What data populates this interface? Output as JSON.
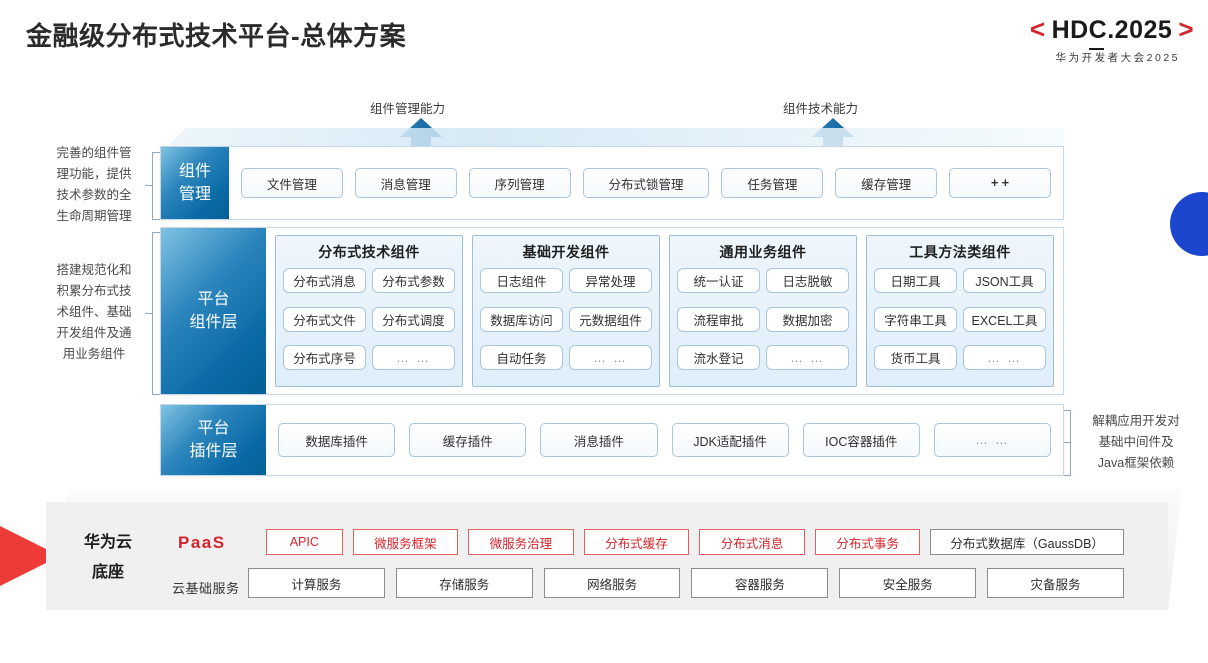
{
  "header": {
    "title": "金融级分布式技术平台-总体方案",
    "logo": {
      "bracket_left": "<",
      "bracket_right": ">",
      "main": "HDC.2025",
      "sub": "华为开发者大会2025",
      "accent_color": "#d4242c"
    }
  },
  "arrows": [
    {
      "caption": "组件管理能力"
    },
    {
      "caption": "组件技术能力"
    }
  ],
  "left_notes": [
    "完善的组件管\n理功能，提供\n技术参数的全\n生命周期管理",
    "搭建规范化和\n积累分布式技\n术组件、基础\n开发组件及通\n用业务组件"
  ],
  "right_notes": [
    "解耦应用开发对\n基础中间件及\nJava框架依赖"
  ],
  "layers": {
    "component_mgmt": {
      "label": "组件\n管理",
      "label_line1": "组件",
      "label_line2": "管理",
      "items": [
        "文件管理",
        "消息管理",
        "序列管理",
        "分布式锁管理",
        "任务管理",
        "缓存管理",
        "+ +"
      ]
    },
    "platform_component": {
      "label_line1": "平台",
      "label_line2": "组件层",
      "groups": [
        {
          "title": "分布式技术组件",
          "items": [
            "分布式消息",
            "分布式参数",
            "分布式文件",
            "分布式调度",
            "分布式序号",
            "… …"
          ]
        },
        {
          "title": "基础开发组件",
          "items": [
            "日志组件",
            "异常处理",
            "数据库访问",
            "元数据组件",
            "自动任务",
            "… …"
          ]
        },
        {
          "title": "通用业务组件",
          "items": [
            "统一认证",
            "日志脱敏",
            "流程审批",
            "数据加密",
            "流水登记",
            "… …"
          ]
        },
        {
          "title": "工具方法类组件",
          "items": [
            "日期工具",
            "JSON工具",
            "字符串工具",
            "EXCEL工具",
            "货币工具",
            "… …"
          ]
        }
      ]
    },
    "platform_plugin": {
      "label_line1": "平台",
      "label_line2": "插件层",
      "items": [
        "数据库插件",
        "缓存插件",
        "消息插件",
        "JDK适配插件",
        "IOC容器插件",
        "… …"
      ]
    }
  },
  "base": {
    "title_line1": "华为云",
    "title_line2": "底座",
    "paas_label": "PaaS",
    "cloud_label": "云基础服务",
    "paas_items": [
      {
        "text": "APIC",
        "style": "red"
      },
      {
        "text": "微服务框架",
        "style": "red"
      },
      {
        "text": "微服务治理",
        "style": "red"
      },
      {
        "text": "分布式缓存",
        "style": "red"
      },
      {
        "text": "分布式消息",
        "style": "red"
      },
      {
        "text": "分布式事务",
        "style": "red"
      },
      {
        "text": "分布式数据库（GaussDB）",
        "style": "gray"
      }
    ],
    "cloud_items": [
      "计算服务",
      "存储服务",
      "网络服务",
      "容器服务",
      "安全服务",
      "灾备服务"
    ]
  },
  "colors": {
    "blue_circle": "#1d46cf",
    "red_wedge": "#ef3b38",
    "layer_blue": "#0a6aa5",
    "accent_red": "#d4242c"
  }
}
